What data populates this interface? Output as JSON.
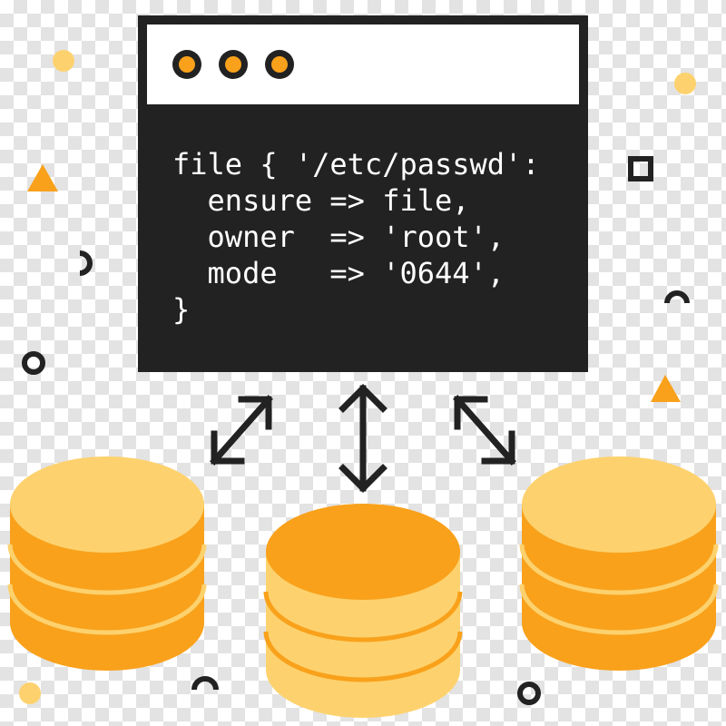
{
  "window": {
    "code_lines": [
      "file { '/etc/passwd':",
      "  ensure => file,",
      "  owner  => 'root',",
      "  mode   => '0644',",
      "}"
    ]
  },
  "colors": {
    "dark": "#222222",
    "orange": "#F9A11B",
    "light_orange": "#FDD26E"
  },
  "icons": [
    "window-dots",
    "database-icon",
    "bidirectional-arrow"
  ]
}
